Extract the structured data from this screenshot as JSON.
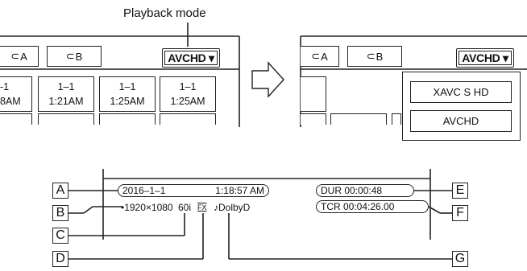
{
  "caption": "Playback mode",
  "left_panel": {
    "tabs": [
      {
        "icon": "folder-a-icon",
        "label": "A"
      },
      {
        "icon": "folder-b-icon",
        "label": "B"
      }
    ],
    "mode_button": "AVCHD ▾",
    "thumbnails": [
      {
        "line1": "-1",
        "line2": "8AM"
      },
      {
        "line1": "1–1",
        "line2": "1:21AM"
      },
      {
        "line1": "1–1",
        "line2": "1:25AM"
      },
      {
        "line1": "1–1",
        "line2": "1:25AM"
      }
    ]
  },
  "right_panel": {
    "tabs": [
      {
        "icon": "folder-a-icon",
        "label": "A"
      },
      {
        "icon": "folder-b-icon",
        "label": "B"
      }
    ],
    "mode_button": "AVCHD ▾",
    "menu": [
      "XAVC S HD",
      "AVCHD"
    ]
  },
  "diagram": {
    "labels": [
      "A",
      "B",
      "C",
      "D",
      "E",
      "F",
      "G"
    ],
    "date": "2016–1–1",
    "time": "1:18:57 AM",
    "resolution": "•1920×1080",
    "frame_rate": "60i",
    "fx_badge": "FX",
    "audio": "♪DolbyD",
    "duration": "DUR  00:00:48",
    "timecode": "TCR  00:04:26.00"
  }
}
